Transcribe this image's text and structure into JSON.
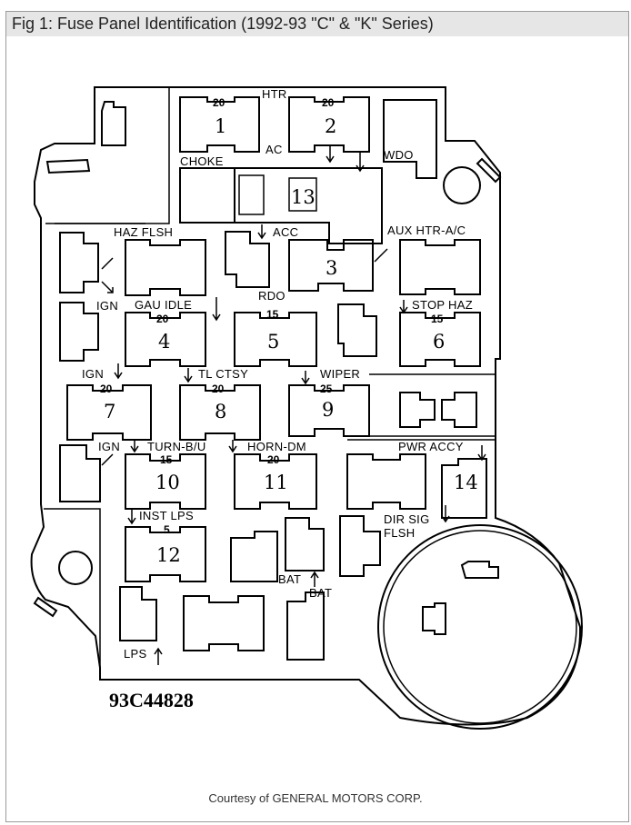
{
  "caption": "Fig 1: Fuse Panel Identification (1992-93 \"C\" & \"K\" Series)",
  "credit": "Courtesy of GENERAL MOTORS CORP.",
  "part_code": "93C44828",
  "labels": {
    "htr": "HTR",
    "ac": "AC",
    "choke": "CHOKE",
    "wdo": "WDO",
    "haz_flsh": "HAZ FLSH",
    "acc": "ACC",
    "aux_htr_ac": "AUX HTR-A/C",
    "ign_1": "IGN",
    "gau_idle": "GAU IDLE",
    "rdo": "RDO",
    "stop_haz": "STOP HAZ",
    "ign_2": "IGN",
    "tl_ctsy": "TL CTSY",
    "wiper": "WIPER",
    "ign_3": "IGN",
    "turn_bu": "TURN-B/U",
    "horn_dm": "HORN-DM",
    "pwr_accy": "PWR ACCY",
    "inst_lps": "INST LPS",
    "dir_sig": "DIR SIG",
    "flsh": "FLSH",
    "bat_1": "BAT",
    "bat_2": "BAT",
    "lps": "LPS"
  },
  "fuses": [
    {
      "number": "1",
      "amps": "20"
    },
    {
      "number": "2",
      "amps": "20"
    },
    {
      "number": "3",
      "amps": ""
    },
    {
      "number": "4",
      "amps": "20"
    },
    {
      "number": "5",
      "amps": "15"
    },
    {
      "number": "6",
      "amps": "15"
    },
    {
      "number": "7",
      "amps": "20"
    },
    {
      "number": "8",
      "amps": "20"
    },
    {
      "number": "9",
      "amps": "25"
    },
    {
      "number": "10",
      "amps": "15"
    },
    {
      "number": "11",
      "amps": "20"
    },
    {
      "number": "12",
      "amps": "5"
    },
    {
      "number": "13",
      "amps": ""
    },
    {
      "number": "14",
      "amps": ""
    }
  ]
}
